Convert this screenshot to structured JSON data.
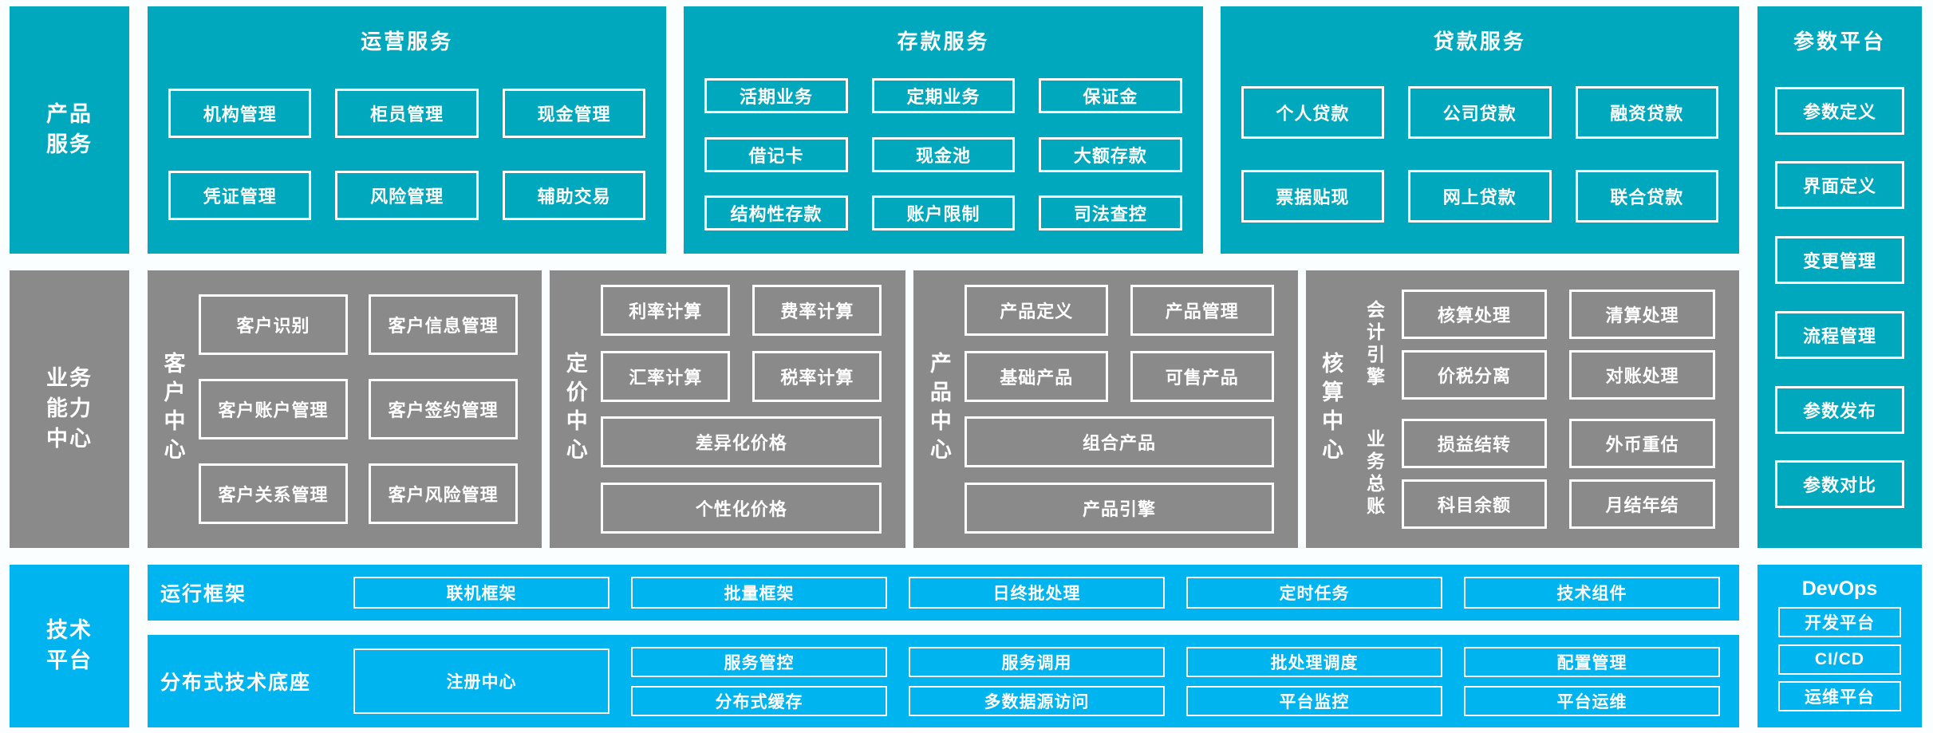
{
  "palette": {
    "teal": "#00a8bd",
    "bright_blue": "#00b4ef",
    "gray": "#8a8a8a",
    "background": "#fbfeff",
    "text": "#ffffff"
  },
  "row_labels": {
    "products": "产品\n服务",
    "capabilities": "业务\n能力\n中心",
    "technology": "技术\n平台"
  },
  "operations": {
    "title": "运营服务",
    "items": [
      "机构管理",
      "柜员管理",
      "现金管理",
      "凭证管理",
      "风险管理",
      "辅助交易"
    ]
  },
  "deposits": {
    "title": "存款服务",
    "items": [
      "活期业务",
      "定期业务",
      "保证金",
      "借记卡",
      "现金池",
      "大额存款",
      "结构性存款",
      "账户限制",
      "司法查控"
    ]
  },
  "loans": {
    "title": "贷款服务",
    "items": [
      "个人贷款",
      "公司贷款",
      "融资贷款",
      "票据贴现",
      "网上贷款",
      "联合贷款"
    ]
  },
  "params_platform": {
    "title": "参数平台",
    "items": [
      "参数定义",
      "界面定义",
      "变更管理",
      "流程管理",
      "参数发布",
      "参数对比"
    ]
  },
  "customer_center": {
    "label": "客户中心",
    "items": [
      "客户识别",
      "客户信息管理",
      "客户账户管理",
      "客户签约管理",
      "客户关系管理",
      "客户风险管理"
    ]
  },
  "pricing_center": {
    "label": "定价中心",
    "items": [
      "利率计算",
      "费率计算",
      "汇率计算",
      "税率计算"
    ],
    "wide_items": [
      "差异化价格",
      "个性化价格"
    ]
  },
  "product_center": {
    "label": "产品中心",
    "items": [
      "产品定义",
      "产品管理",
      "基础产品",
      "可售产品"
    ],
    "wide_items": [
      "组合产品",
      "产品引擎"
    ]
  },
  "accounting_center": {
    "label": "核算中心",
    "groups": [
      {
        "label": "会计引擎",
        "items": [
          "核算处理",
          "清算处理",
          "价税分离",
          "对账处理"
        ]
      },
      {
        "label": "业务总账",
        "items": [
          "损益结转",
          "外币重估",
          "科目余额",
          "月结年结"
        ]
      }
    ]
  },
  "runtime_framework": {
    "label": "运行框架",
    "items": [
      "联机框架",
      "批量框架",
      "日终批处理",
      "定时任务",
      "技术组件"
    ]
  },
  "distributed_base": {
    "label": "分布式技术底座",
    "registry": "注册中心",
    "columns": [
      [
        "服务管控",
        "分布式缓存"
      ],
      [
        "服务调用",
        "多数据源访问"
      ],
      [
        "批处理调度",
        "平台监控"
      ],
      [
        "配置管理",
        "平台运维"
      ]
    ]
  },
  "devops": {
    "title": "DevOps",
    "items": [
      "开发平台",
      "CI/CD",
      "运维平台"
    ]
  }
}
